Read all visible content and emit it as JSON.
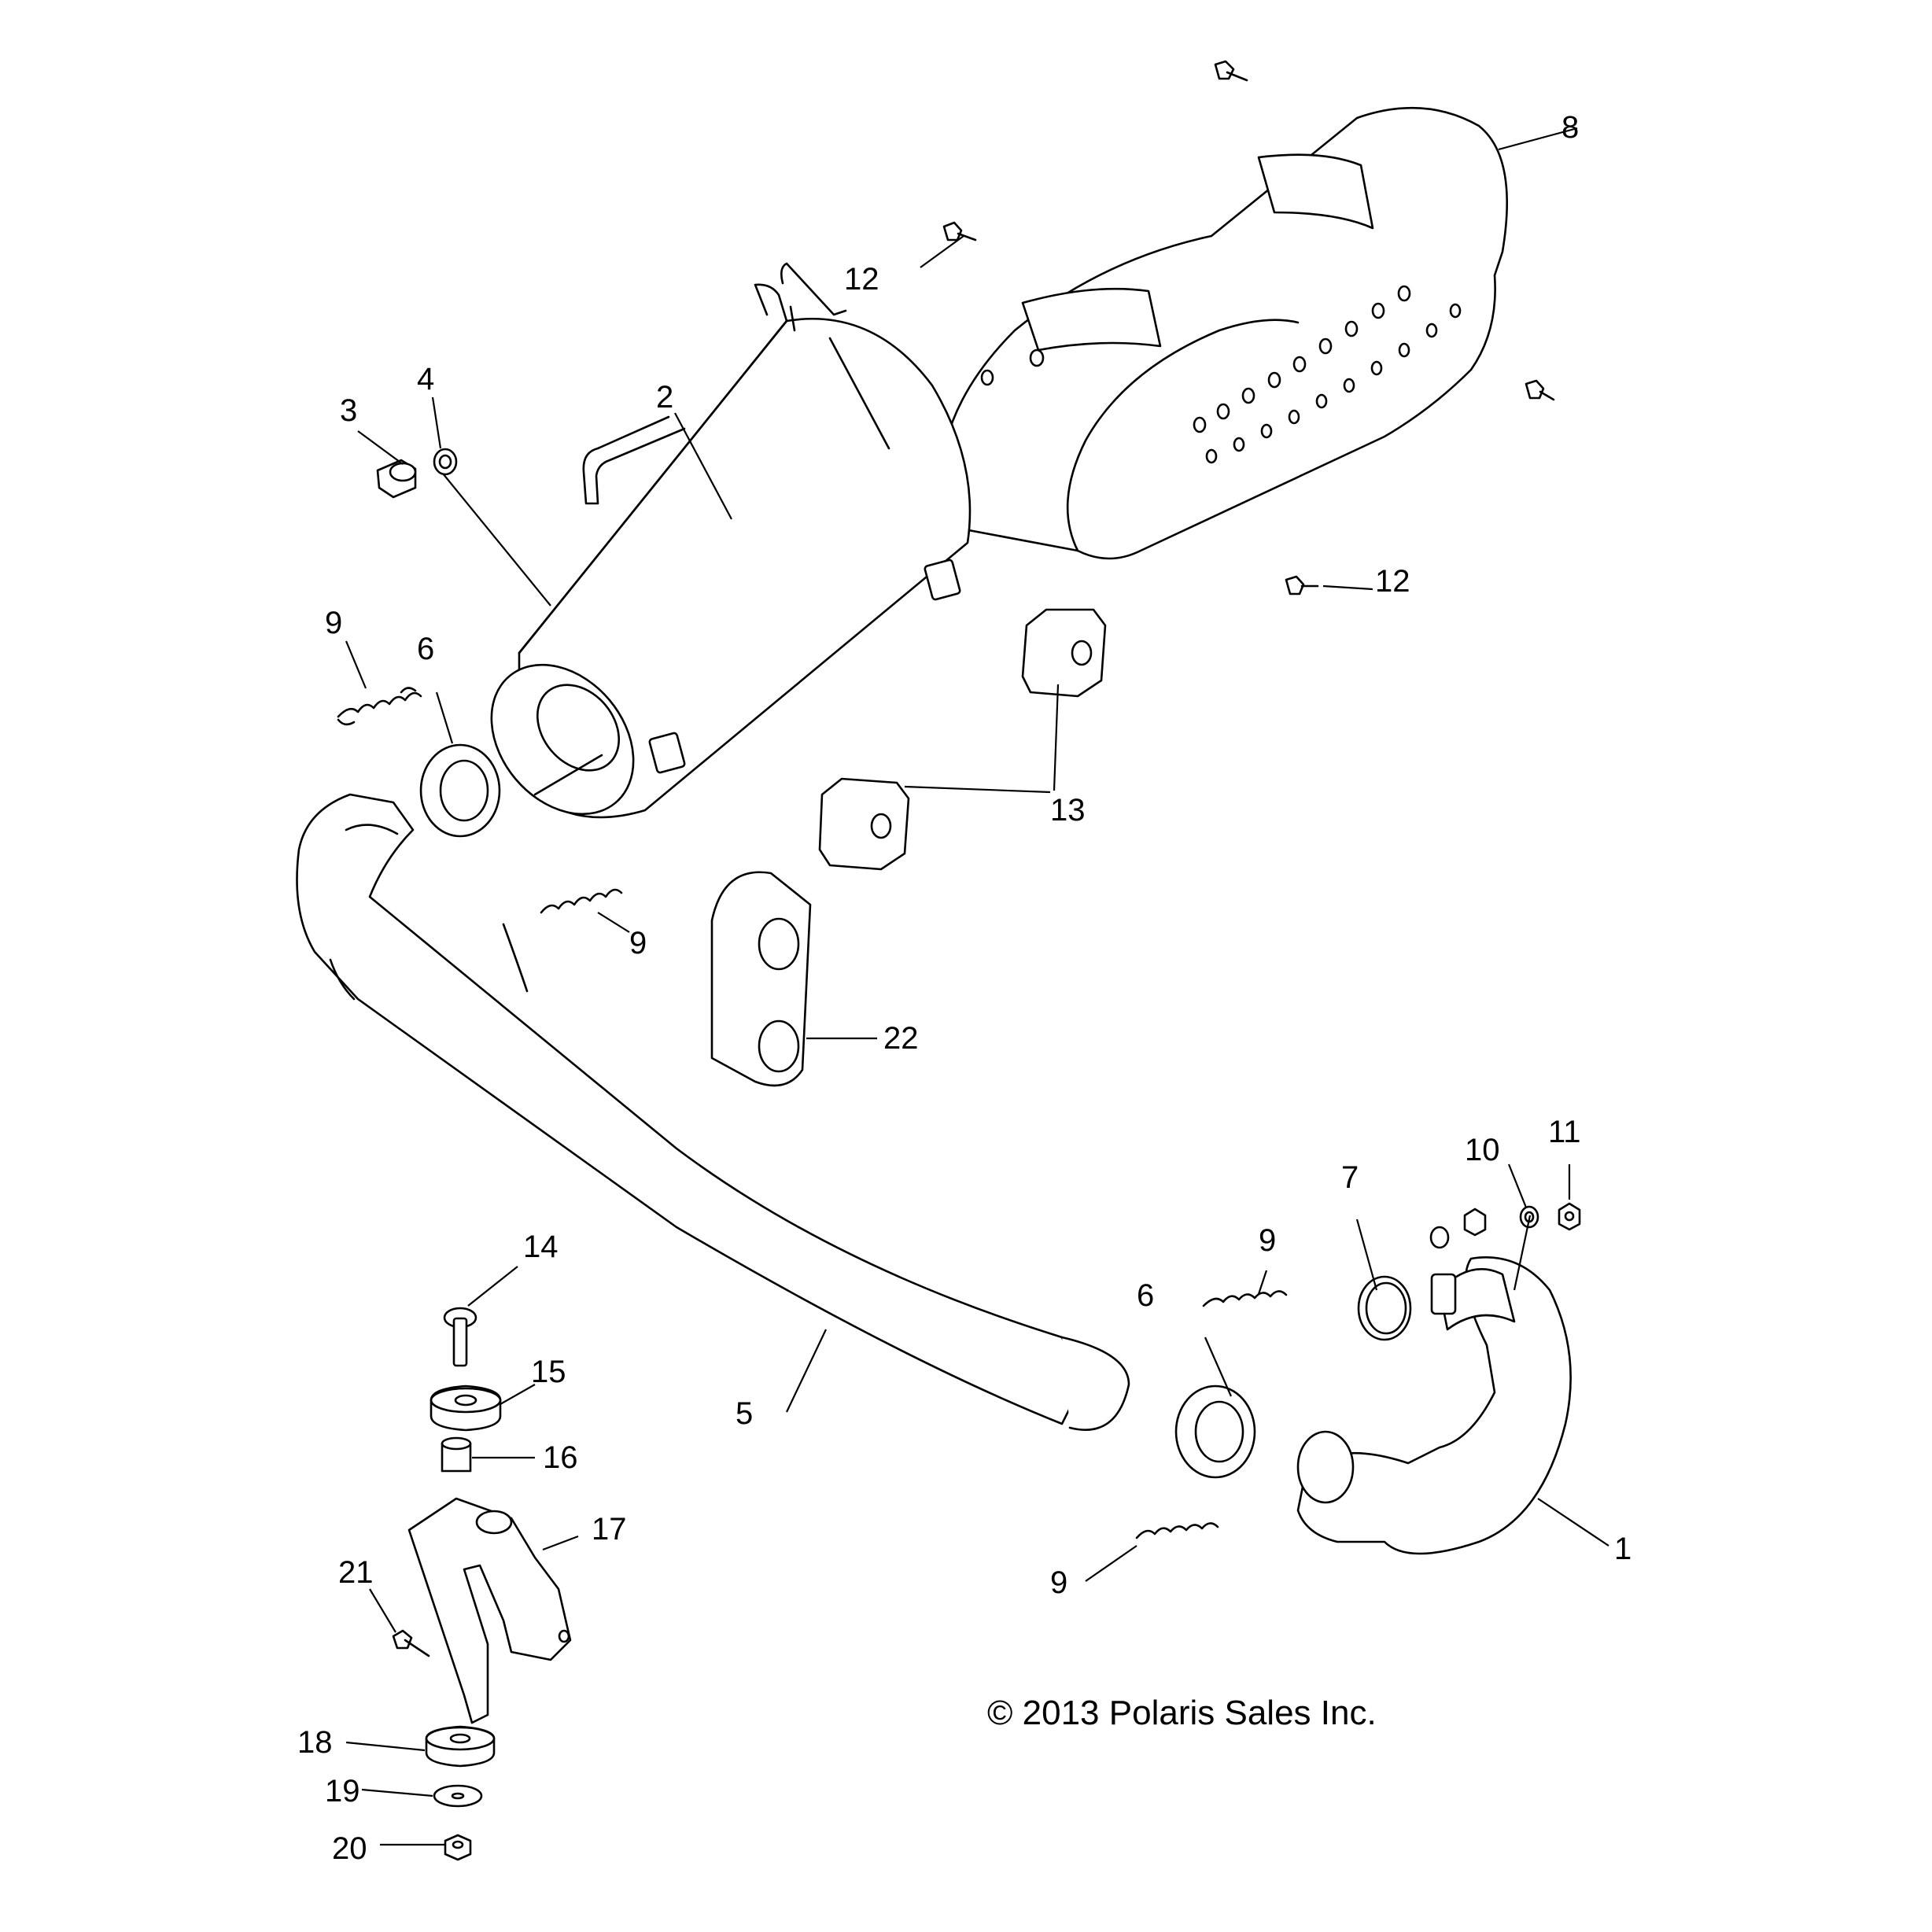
{
  "diagram": {
    "copyright": "© 2013 Polaris Sales Inc.",
    "callouts": {
      "c1": "1",
      "c2": "2",
      "c3": "3",
      "c4": "4",
      "c5": "5",
      "c6a": "6",
      "c6b": "6",
      "c7": "7",
      "c8": "8",
      "c9a": "9",
      "c9b": "9",
      "c9c": "9",
      "c9d": "9",
      "c10": "10",
      "c11": "11",
      "c12a": "12",
      "c12b": "12",
      "c13": "13",
      "c14": "14",
      "c15": "15",
      "c16": "16",
      "c17": "17",
      "c18": "18",
      "c19": "19",
      "c20": "20",
      "c21": "21",
      "c22": "22"
    }
  }
}
